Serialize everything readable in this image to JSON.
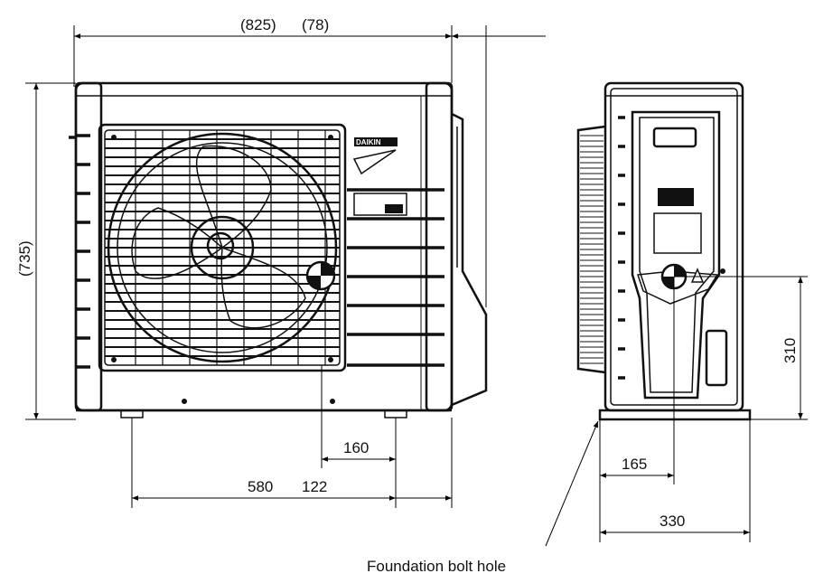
{
  "diagram": {
    "front_view": {
      "dimensions": {
        "overall_width": "(825)",
        "extra_width": "(78)",
        "height": "(735)",
        "bolt_offset": "160",
        "bolt_span": "580",
        "bolt_edge": "122"
      },
      "brand_label": "DAIKIN"
    },
    "side_view": {
      "dimensions": {
        "center_height": "310",
        "bolt_depth": "165",
        "depth": "330"
      }
    },
    "callout": {
      "foundation_bolt_hole": "Foundation bolt hole"
    }
  }
}
